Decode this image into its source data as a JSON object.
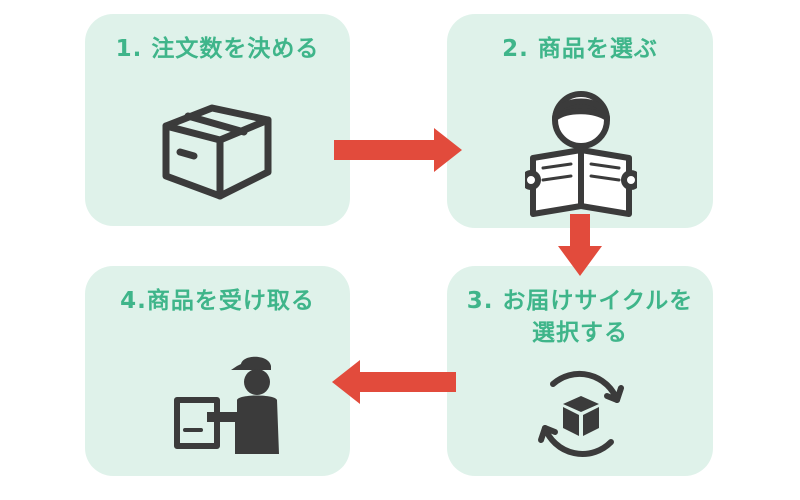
{
  "colors": {
    "card_bg": "#dff2ea",
    "title_text": "#3fb58a",
    "arrow": "#e24b3c",
    "icon": "#3b3b3b"
  },
  "steps": [
    {
      "label": "1. 注文数を決める",
      "icon": "box-icon"
    },
    {
      "label": "2. 商品を選ぶ",
      "icon": "person-reading-icon"
    },
    {
      "label_line1": "3. お届けサイクルを",
      "label_line2": "選択する",
      "icon": "box-cycle-icon"
    },
    {
      "label": "4.商品を受け取る",
      "icon": "delivery-person-icon"
    }
  ],
  "arrows": [
    "arrow-right",
    "arrow-down",
    "arrow-left"
  ]
}
